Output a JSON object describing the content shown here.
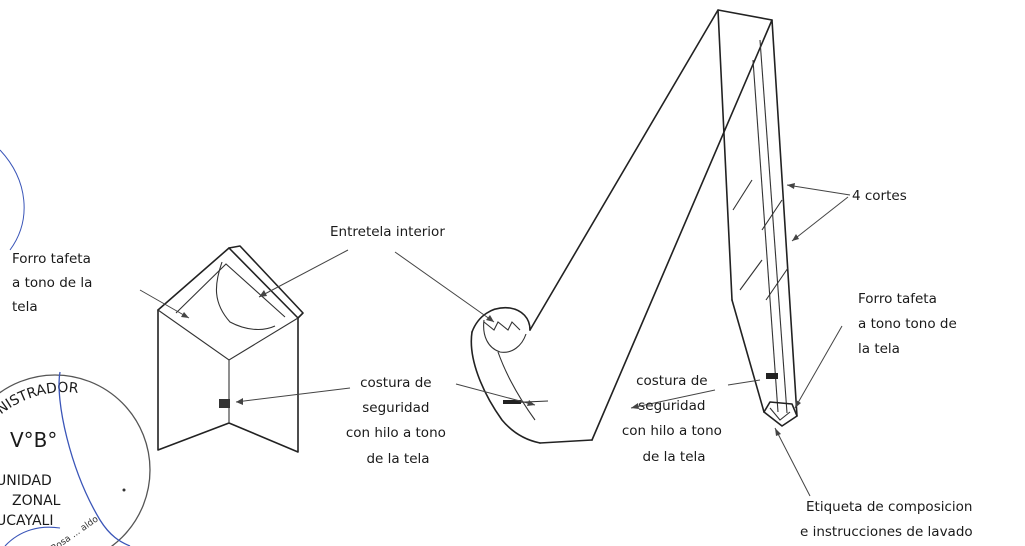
{
  "labels": {
    "forro_izq": [
      "Forro tafeta",
      "a tono de la",
      "tela"
    ],
    "entretela": "Entretela interior",
    "costura_izq": [
      "costura de",
      "seguridad",
      "con hilo a tono",
      "de la tela"
    ],
    "costura_der": [
      "costura de",
      "seguridad",
      "con hilo a tono",
      "de la tela"
    ],
    "cortes": "4 cortes",
    "forro_der": [
      "Forro tafeta",
      "a tono tono de",
      "la tela"
    ],
    "etiqueta": [
      "Etiqueta de composicion",
      "e instrucciones de lavado"
    ]
  },
  "stamp": {
    "arc_text": "NISTRADOR",
    "vb": "V°B°",
    "lines": [
      "UNIDAD",
      "ZONAL",
      "UCAYALI"
    ],
    "bottom_text": "Rosa ... aldo"
  },
  "colors": {
    "ink": "#222222",
    "stamp_blue": "#3a55b8"
  }
}
